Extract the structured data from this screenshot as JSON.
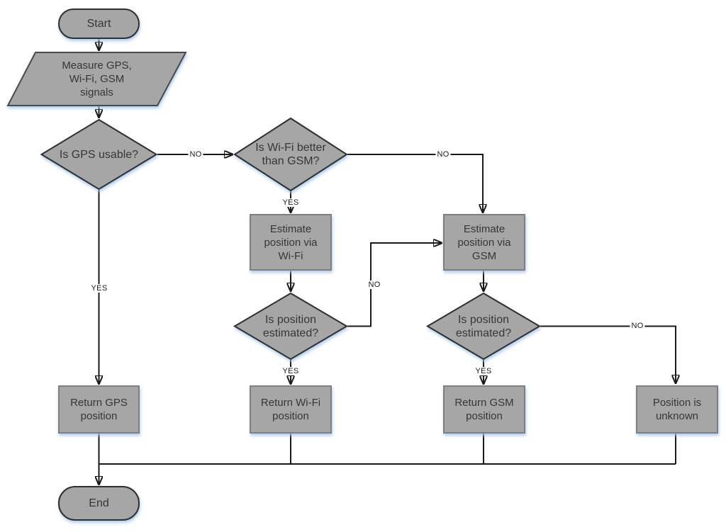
{
  "diagram": {
    "type": "flowchart",
    "background": "#ffffff",
    "colors": {
      "node_fill": "#a6a6a6",
      "node_stroke_dark": "#2f2f2f",
      "node_stroke_light": "#7f7f7f",
      "connector": "#1a1a1a",
      "text": "#363636",
      "shadow_glow": "#a0c4ec"
    },
    "nodes": {
      "start": "Start",
      "measure_signals": "Measure GPS,\nWi-Fi, GSM\nsignals",
      "is_gps_usable": "Is GPS usable?",
      "is_wifi_better": "Is Wi-Fi better\nthan GSM?",
      "estimate_wifi": "Estimate\nposition via\nWi-Fi",
      "estimate_gsm": "Estimate\nposition via\nGSM",
      "is_position_estimated_wifi": "Is position\nestimated?",
      "is_position_estimated_gsm": "Is position\nestimated?",
      "return_gps": "Return GPS\nposition",
      "return_wifi": "Return Wi-Fi\nposition",
      "return_gsm": "Return GSM\nposition",
      "position_unknown": "Position is\nunknown",
      "end": "End"
    },
    "edge_labels": {
      "gps_usable_no": "NO",
      "gps_usable_yes": "YES",
      "wifi_better_yes": "YES",
      "wifi_better_no": "NO",
      "wifi_estimated_no": "NO",
      "wifi_estimated_yes": "YES",
      "gsm_estimated_yes": "YES",
      "gsm_estimated_no": "NO"
    }
  }
}
